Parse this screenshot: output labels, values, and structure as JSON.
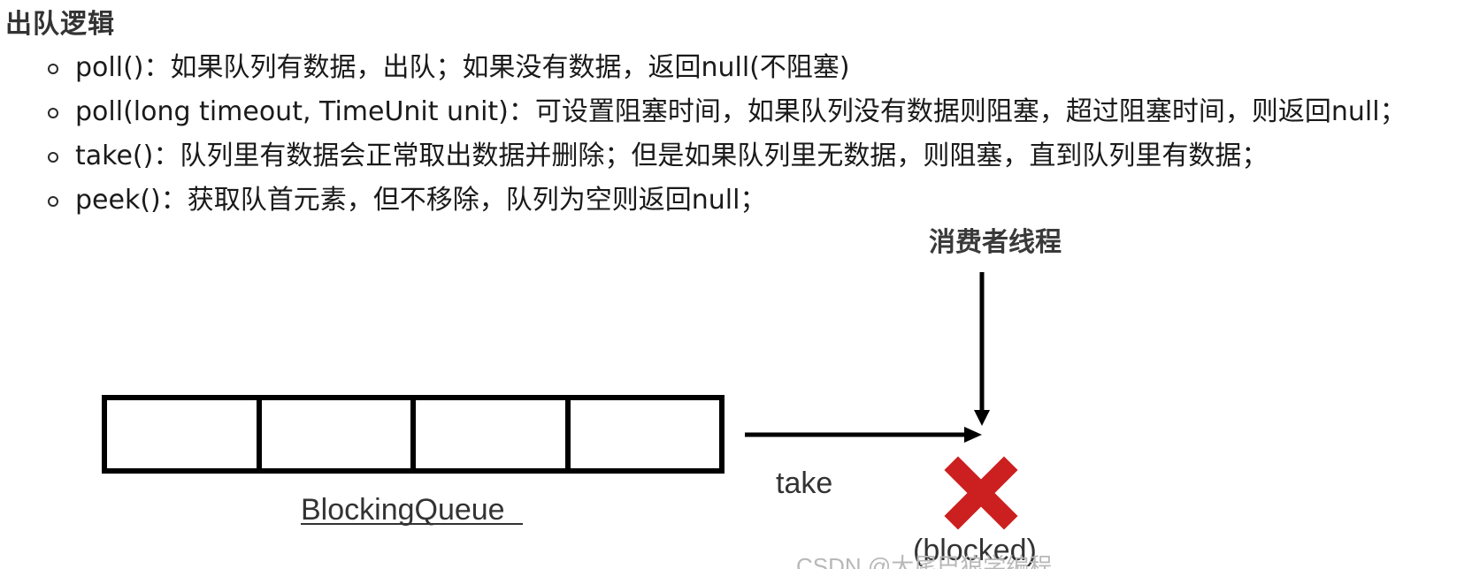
{
  "heading": "出队逻辑",
  "bullets": [
    "poll()：如果队列有数据，出队；如果没有数据，返回null(不阻塞)",
    "poll(long timeout, TimeUnit unit)：可设置阻塞时间，如果队列没有数据则阻塞，超过阻塞时间，则返回null；",
    "take()：队列里有数据会正常取出数据并删除；但是如果队列里无数据，则阻塞，直到队列里有数据；",
    "peek()：获取队首元素，但不移除，队列为空则返回null；"
  ],
  "diagram": {
    "consumer_label": "消费者线程",
    "queue_label": "BlockingQueue",
    "queue_cell_count": 4,
    "arrow_label": "take",
    "blocked_label": "(blocked)",
    "x_color": "#cc1f1f"
  },
  "watermark": "CSDN @大尾巴狼学编程"
}
